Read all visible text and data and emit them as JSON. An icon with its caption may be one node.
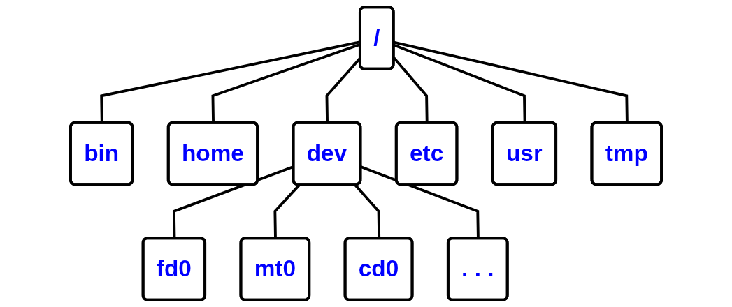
{
  "diagram": {
    "nodes": [
      {
        "text": [
          "/"
        ]
      },
      {
        "text": [
          "bin"
        ]
      },
      {
        "text": [
          "home"
        ]
      },
      {
        "text": [
          "dev"
        ]
      },
      {
        "text": [
          "etc"
        ]
      },
      {
        "text": [
          "usr"
        ]
      },
      {
        "text": [
          "tmp"
        ]
      },
      {
        "text": [
          "fd0"
        ]
      },
      {
        "text": [
          "mt0"
        ]
      },
      {
        "text": [
          "cd0"
        ]
      },
      {
        "text": [
          ". . ."
        ]
      }
    ],
    "edges": [
      {
        "from": 0,
        "to": 1,
        "arrow": "none"
      },
      {
        "from": 0,
        "to": 2,
        "arrow": "none"
      },
      {
        "from": 0,
        "to": 3,
        "arrow": "none"
      },
      {
        "from": 0,
        "to": 4,
        "arrow": "none"
      },
      {
        "from": 0,
        "to": 5,
        "arrow": "none"
      },
      {
        "from": 0,
        "to": 6,
        "arrow": "none"
      },
      {
        "from": 3,
        "to": 7,
        "arrow": "none"
      },
      {
        "from": 3,
        "to": 8,
        "arrow": "none"
      },
      {
        "from": 3,
        "to": 9,
        "arrow": "none"
      },
      {
        "from": 3,
        "to": 10,
        "arrow": "none"
      }
    ]
  }
}
